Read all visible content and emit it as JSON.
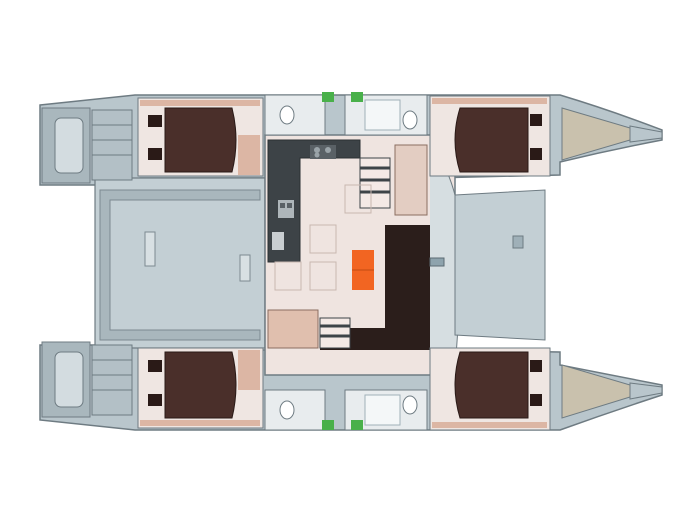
{
  "diagram": {
    "type": "boat-deck-plan",
    "vessel": "catamaran",
    "orientation": "stern-left-bow-right",
    "colors": {
      "background": "#ffffff",
      "deck": "#b9c6cc",
      "deck_light": "#cdd7dc",
      "deck_dark": "#8e9ca3",
      "outline": "#6e7b82",
      "berth": "#4a2f2a",
      "cabin_floor": "#efe6e2",
      "cabin_wood": "#dcb6a4",
      "saloon_floor": "#efe4e0",
      "galley_counter": "#3d4347",
      "settee": "#2b1e1b",
      "table_accent": "#f26522",
      "head_floor": "#e8ecee",
      "bow_net": "#c9c1ad",
      "hatch_green": "#49b04a"
    },
    "icons": [
      "berth-icon",
      "toilet-icon",
      "sink-icon",
      "stove-icon",
      "hatch-icon",
      "table-icon",
      "settee-icon"
    ]
  }
}
